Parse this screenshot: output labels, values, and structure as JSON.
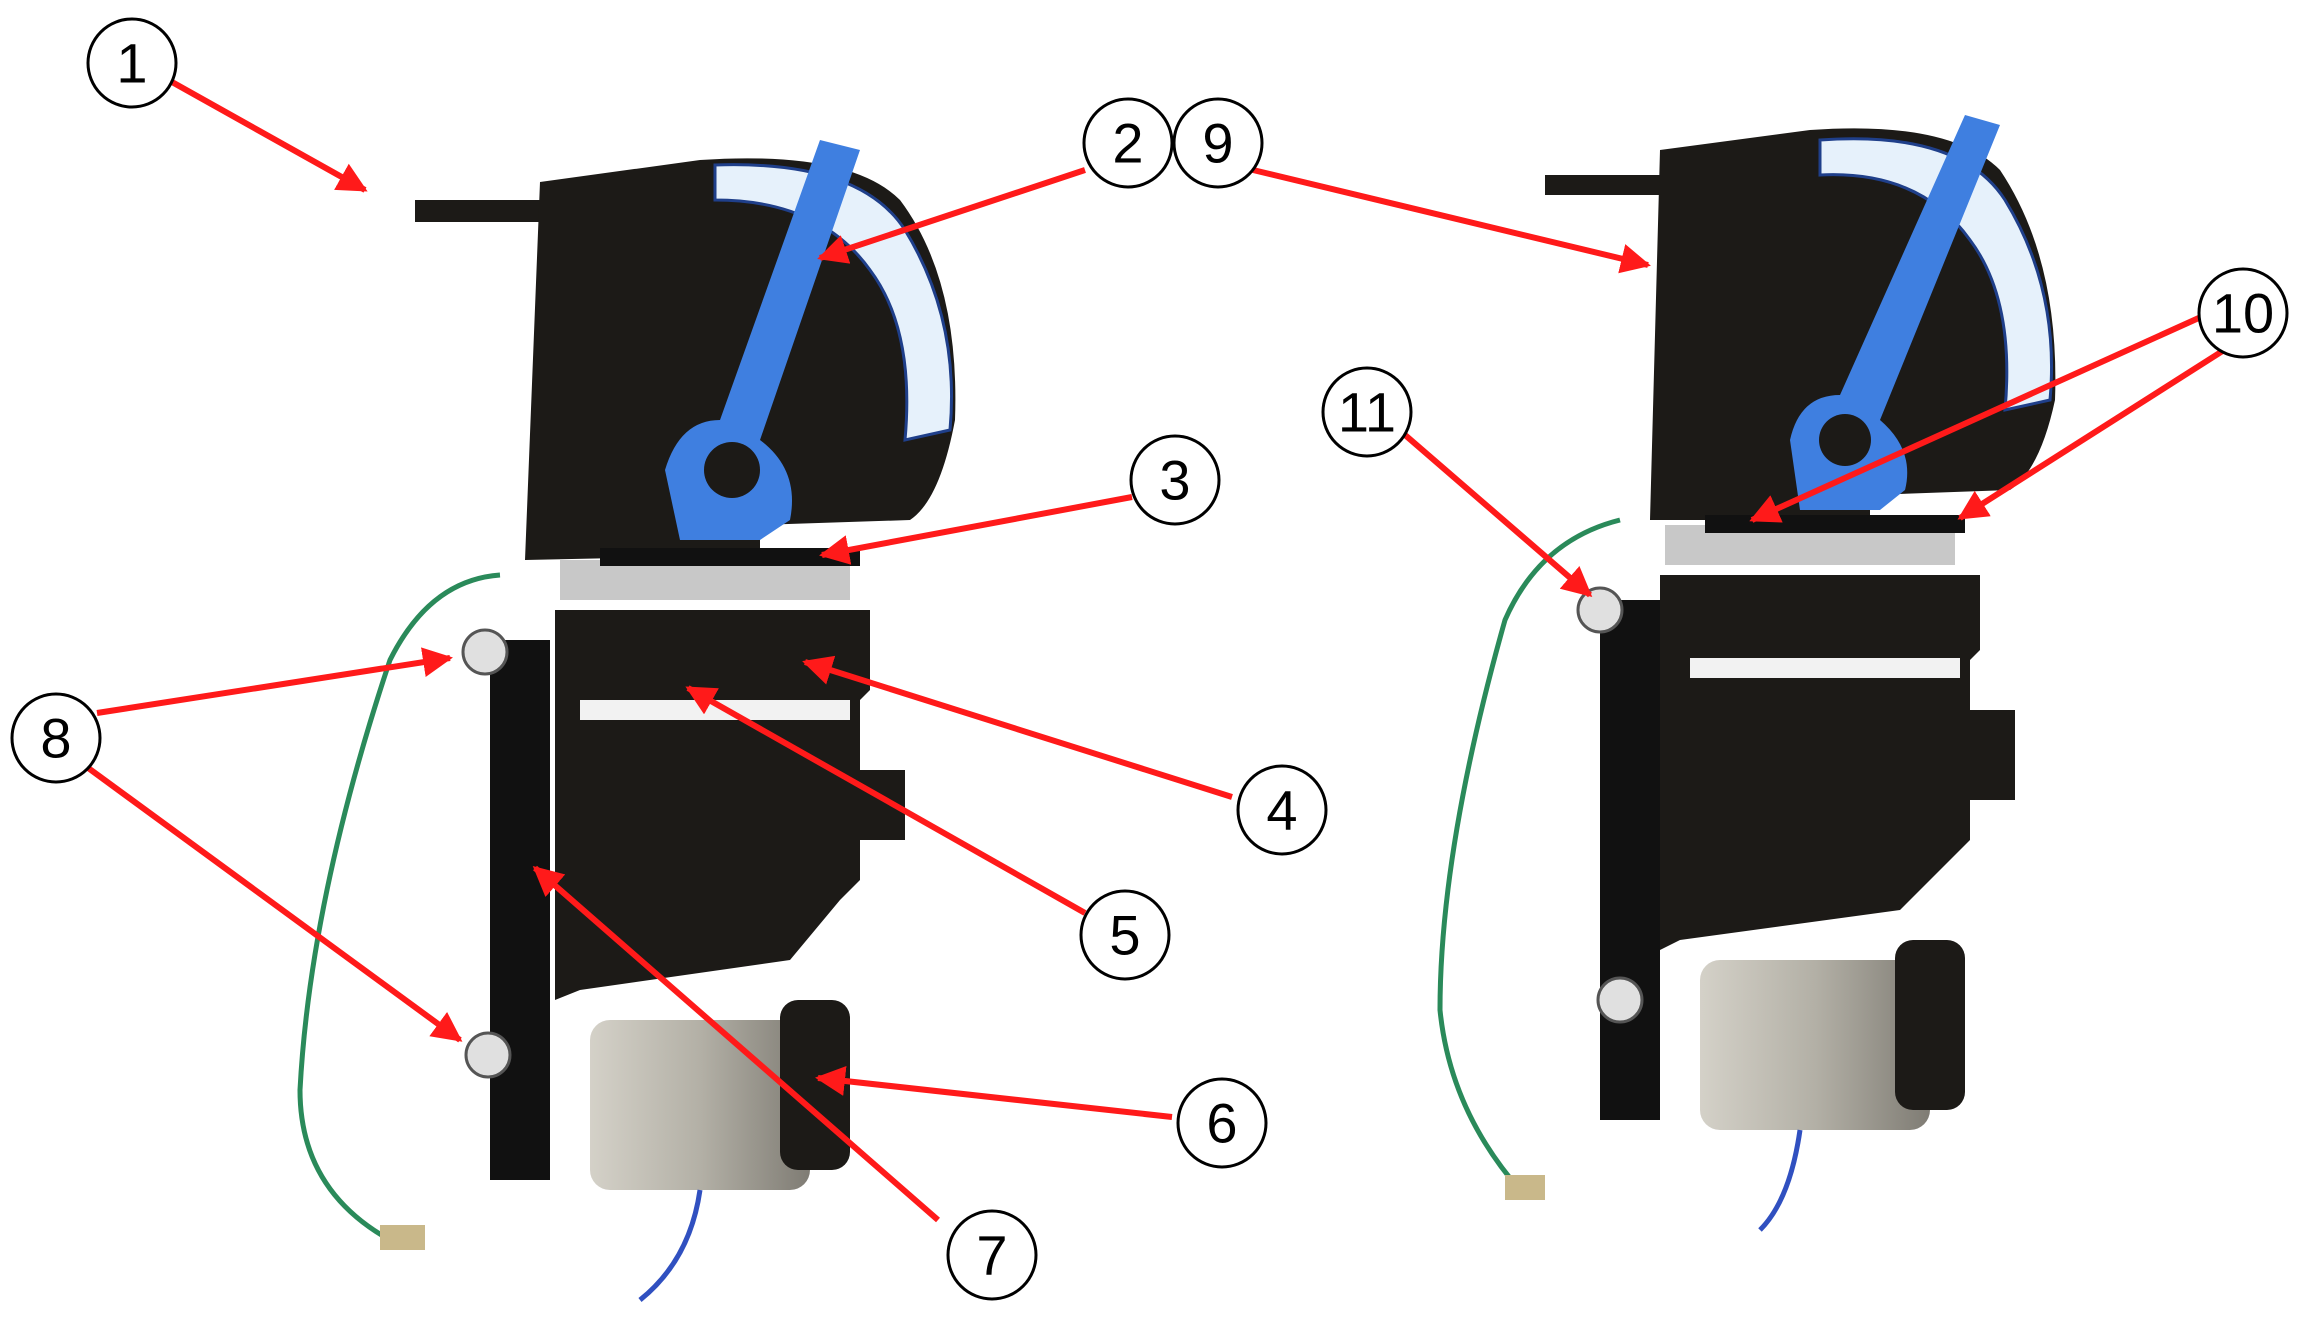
{
  "colors": {
    "arrow": "#ff1a1a",
    "assembly_body": "#1c1a17",
    "blue_lever": "#3f7fe0",
    "dial_label": "#e6f1fb",
    "motor_can": "#b3b0a6",
    "wire_green": "#2a8a5a",
    "bristle": "#c8c8c8"
  },
  "callouts": [
    {
      "id": "c1",
      "label": "1"
    },
    {
      "id": "c2",
      "label": "2"
    },
    {
      "id": "c3",
      "label": "3"
    },
    {
      "id": "c4",
      "label": "4"
    },
    {
      "id": "c5",
      "label": "5"
    },
    {
      "id": "c6",
      "label": "6"
    },
    {
      "id": "c7",
      "label": "7"
    },
    {
      "id": "c8",
      "label": "8"
    },
    {
      "id": "c9",
      "label": "9"
    },
    {
      "id": "c10",
      "label": "10"
    },
    {
      "id": "c11",
      "label": "11"
    }
  ]
}
